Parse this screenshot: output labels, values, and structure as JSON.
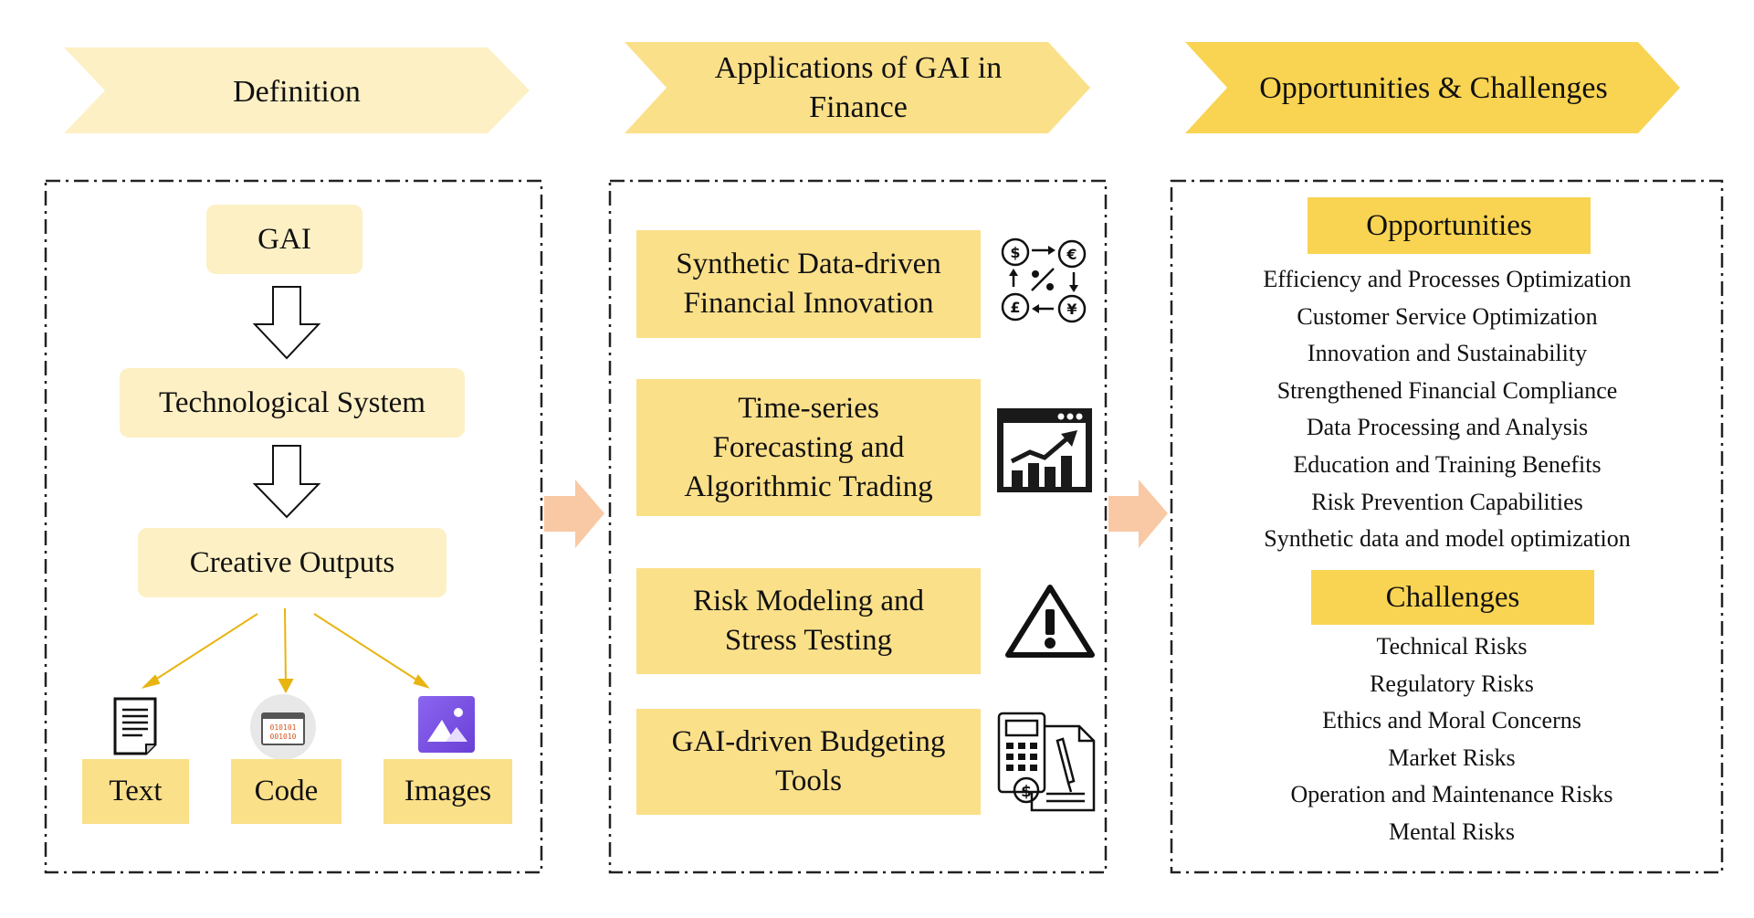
{
  "headers": {
    "definition": "Definition",
    "applications": "Applications of GAI in Finance",
    "opportunities_challenges": "Opportunities & Challenges"
  },
  "definition": {
    "gai": "GAI",
    "tech_system": "Technological System",
    "creative_outputs": "Creative Outputs",
    "outputs": {
      "text": "Text",
      "code": "Code",
      "images": "Images"
    }
  },
  "applications": {
    "item1": "Synthetic Data-driven Financial Innovation",
    "item2": "Time-series Forecasting and Algorithmic Trading",
    "item3": "Risk Modeling and Stress Testing",
    "item4": "GAI-driven Budgeting Tools"
  },
  "opportunities": {
    "title": "Opportunities",
    "items": [
      "Efficiency and Processes Optimization",
      "Customer Service Optimization",
      "Innovation and Sustainability",
      "Strengthened Financial Compliance",
      "Data Processing and Analysis",
      "Education and Training Benefits",
      "Risk Prevention Capabilities",
      "Synthetic data and model optimization"
    ]
  },
  "challenges": {
    "title": "Challenges",
    "items": [
      "Technical Risks",
      "Regulatory Risks",
      "Ethics and Moral Concerns",
      "Market Risks",
      "Operation and Maintenance Risks",
      "Mental Risks"
    ]
  },
  "icons": {
    "doc": "document-icon",
    "code": "code-window-icon",
    "image": "image-icon",
    "currency": "currency-exchange-icon",
    "chart": "growth-chart-icon",
    "warning": "warning-icon",
    "budget": "calculator-invoice-icon"
  },
  "colors": {
    "pale_yellow": "#fdf0c4",
    "mid_yellow": "#fbe08a",
    "strong_yellow": "#f9d452",
    "arrow_peach": "#f8c9a4",
    "arrow_gold": "#e8b410"
  }
}
